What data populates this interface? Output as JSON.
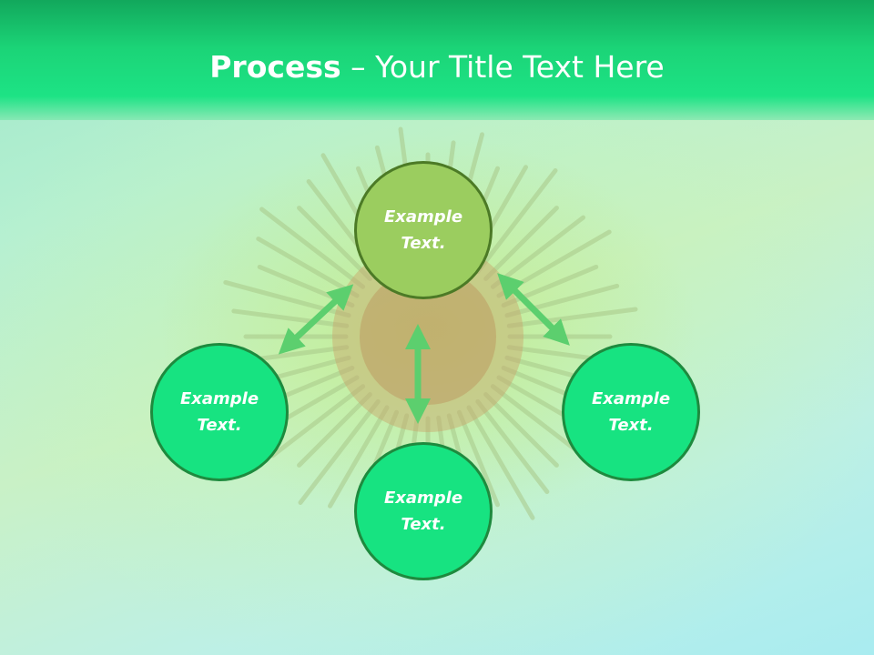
{
  "title": {
    "bold": "Process",
    "rest": " – Your Title Text Here"
  },
  "nodes": {
    "top": {
      "line1": "Example",
      "line2": "Text."
    },
    "left": {
      "line1": "Example",
      "line2": "Text."
    },
    "right": {
      "line1": "Example",
      "line2": "Text."
    },
    "bottom": {
      "line1": "Example",
      "line2": "Text."
    }
  },
  "colors": {
    "title_bar": "#1de385",
    "node_fill": "#17e381",
    "node_top_fill": "#9bcd5f",
    "arrow": "#5ccf6e"
  }
}
